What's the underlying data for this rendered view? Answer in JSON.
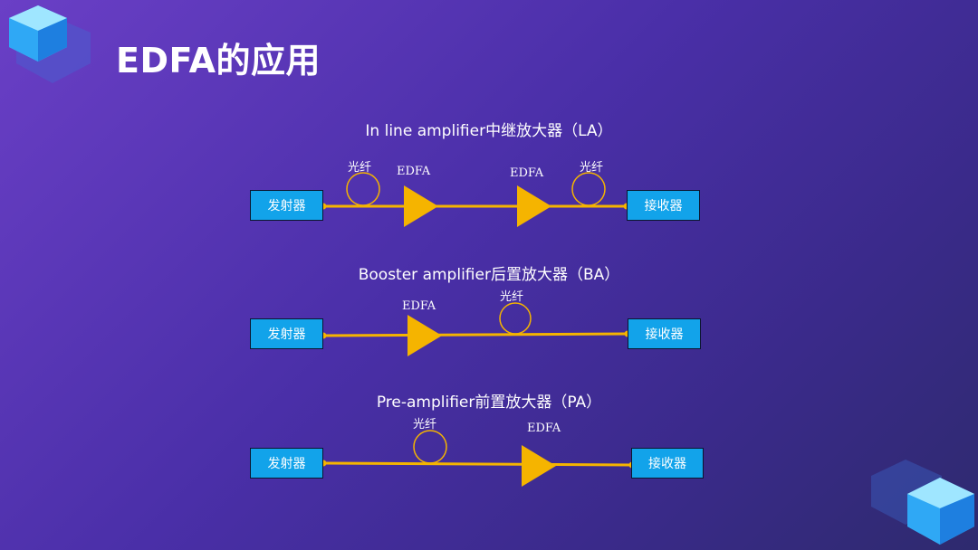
{
  "title": "EDFA的应用",
  "sections": [
    {
      "title": "In line amplifier中继放大器（LA）",
      "transmitter": "发射器",
      "receiver": "接收器",
      "fiber_labels": [
        "光纤",
        "光纤"
      ],
      "edfa_labels": [
        "EDFA",
        "EDFA"
      ]
    },
    {
      "title": "Booster amplifier后置放大器（BA）",
      "transmitter": "发射器",
      "receiver": "接收器",
      "fiber_labels": [
        "光纤"
      ],
      "edfa_labels": [
        "EDFA"
      ]
    },
    {
      "title": "Pre-amplifier前置放大器（PA）",
      "transmitter": "发射器",
      "receiver": "接收器",
      "fiber_labels": [
        "光纤"
      ],
      "edfa_labels": [
        "EDFA"
      ]
    }
  ],
  "colors": {
    "box_fill": "#12a3ea",
    "line": "#f5b400",
    "amplifier": "#f5b400"
  },
  "icons": [
    "cube-decoration-icon",
    "cube-decoration-icon"
  ]
}
